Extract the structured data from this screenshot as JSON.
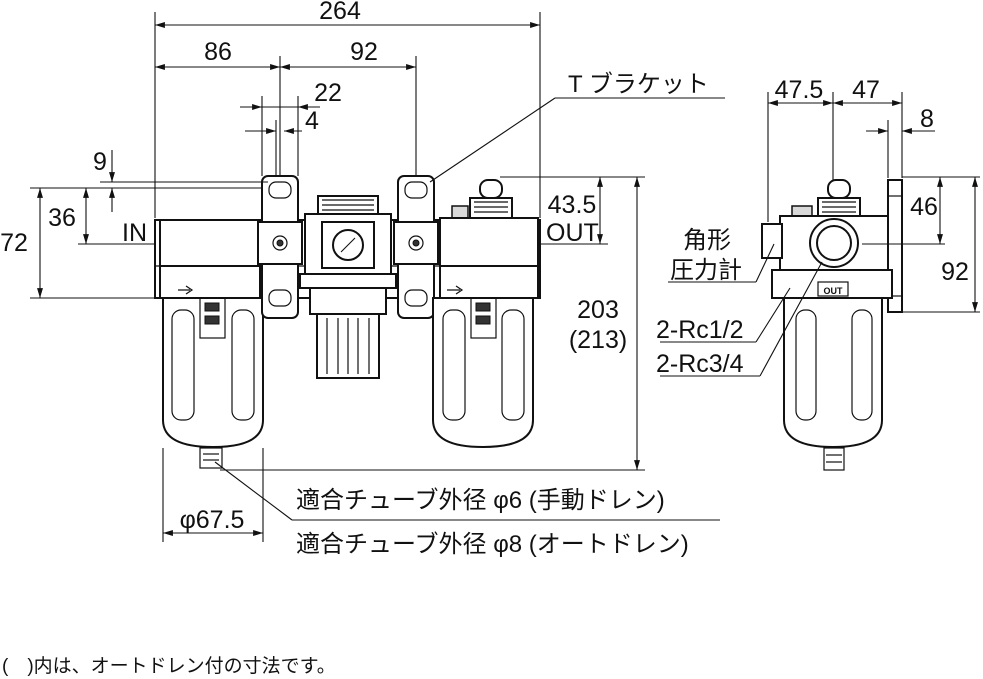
{
  "dimensions": {
    "overall_width": "264",
    "filter_pitch": "86",
    "regulator_pitch": "92",
    "bracket_width": "22",
    "bracket_slot": "4",
    "offset_9": "9",
    "height_36": "36",
    "height_72": "72",
    "height_43_5": "43.5",
    "height_203": "203",
    "height_213": "(213)",
    "bowl_diameter": "φ67.5",
    "side_47_5": "47.5",
    "side_47": "47",
    "side_8": "8",
    "side_46": "46",
    "side_92": "92"
  },
  "labels": {
    "inlet": "IN",
    "outlet": "OUT",
    "t_bracket": "T ブラケット",
    "gauge_line1": "角形",
    "gauge_line2": "圧力計",
    "port_small": "2-Rc1/2",
    "port_large": "2-Rc3/4",
    "tube_manual": "適合チューブ外径 φ6 (手動ドレン)",
    "tube_auto": "適合チューブ外径 φ8 (オートドレン)",
    "side_out_mark": "OUT"
  },
  "footnote": "(　)内は、オートドレン付の寸法です。"
}
